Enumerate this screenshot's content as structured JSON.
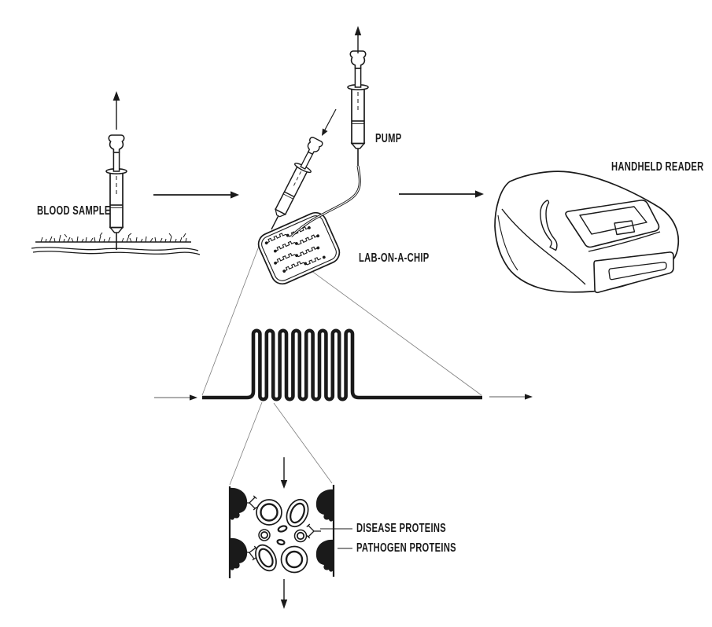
{
  "diagram": {
    "type": "process-flow-illustration",
    "labels": {
      "blood_sample": "BLOOD SAMPLE",
      "pump": "PUMP",
      "lab_on_a_chip": "LAB-ON-A-CHIP",
      "handheld_reader": "HANDHELD READER",
      "disease_proteins": "DISEASE PROTEINS",
      "pathogen_proteins": "PATHOGEN PROTEINS"
    },
    "flow": [
      {
        "from": "blood-sample",
        "to": "lab-on-a-chip",
        "connector": "arrow-right"
      },
      {
        "from": "pump",
        "to": "lab-on-a-chip",
        "connector": "tube"
      },
      {
        "from": "lab-on-a-chip",
        "to": "handheld-reader",
        "connector": "arrow-right"
      }
    ],
    "magnified_views": [
      {
        "source": "lab-on-a-chip",
        "shows": "serpentine-microchannel"
      },
      {
        "source": "serpentine-microchannel",
        "shows": "capture-chamber",
        "annotations": [
          "DISEASE PROTEINS",
          "PATHOGEN PROTEINS"
        ]
      }
    ],
    "colors": {
      "line": "#1a1a1a",
      "thin_line": "#7d7d7d",
      "background": "#ffffff"
    }
  }
}
